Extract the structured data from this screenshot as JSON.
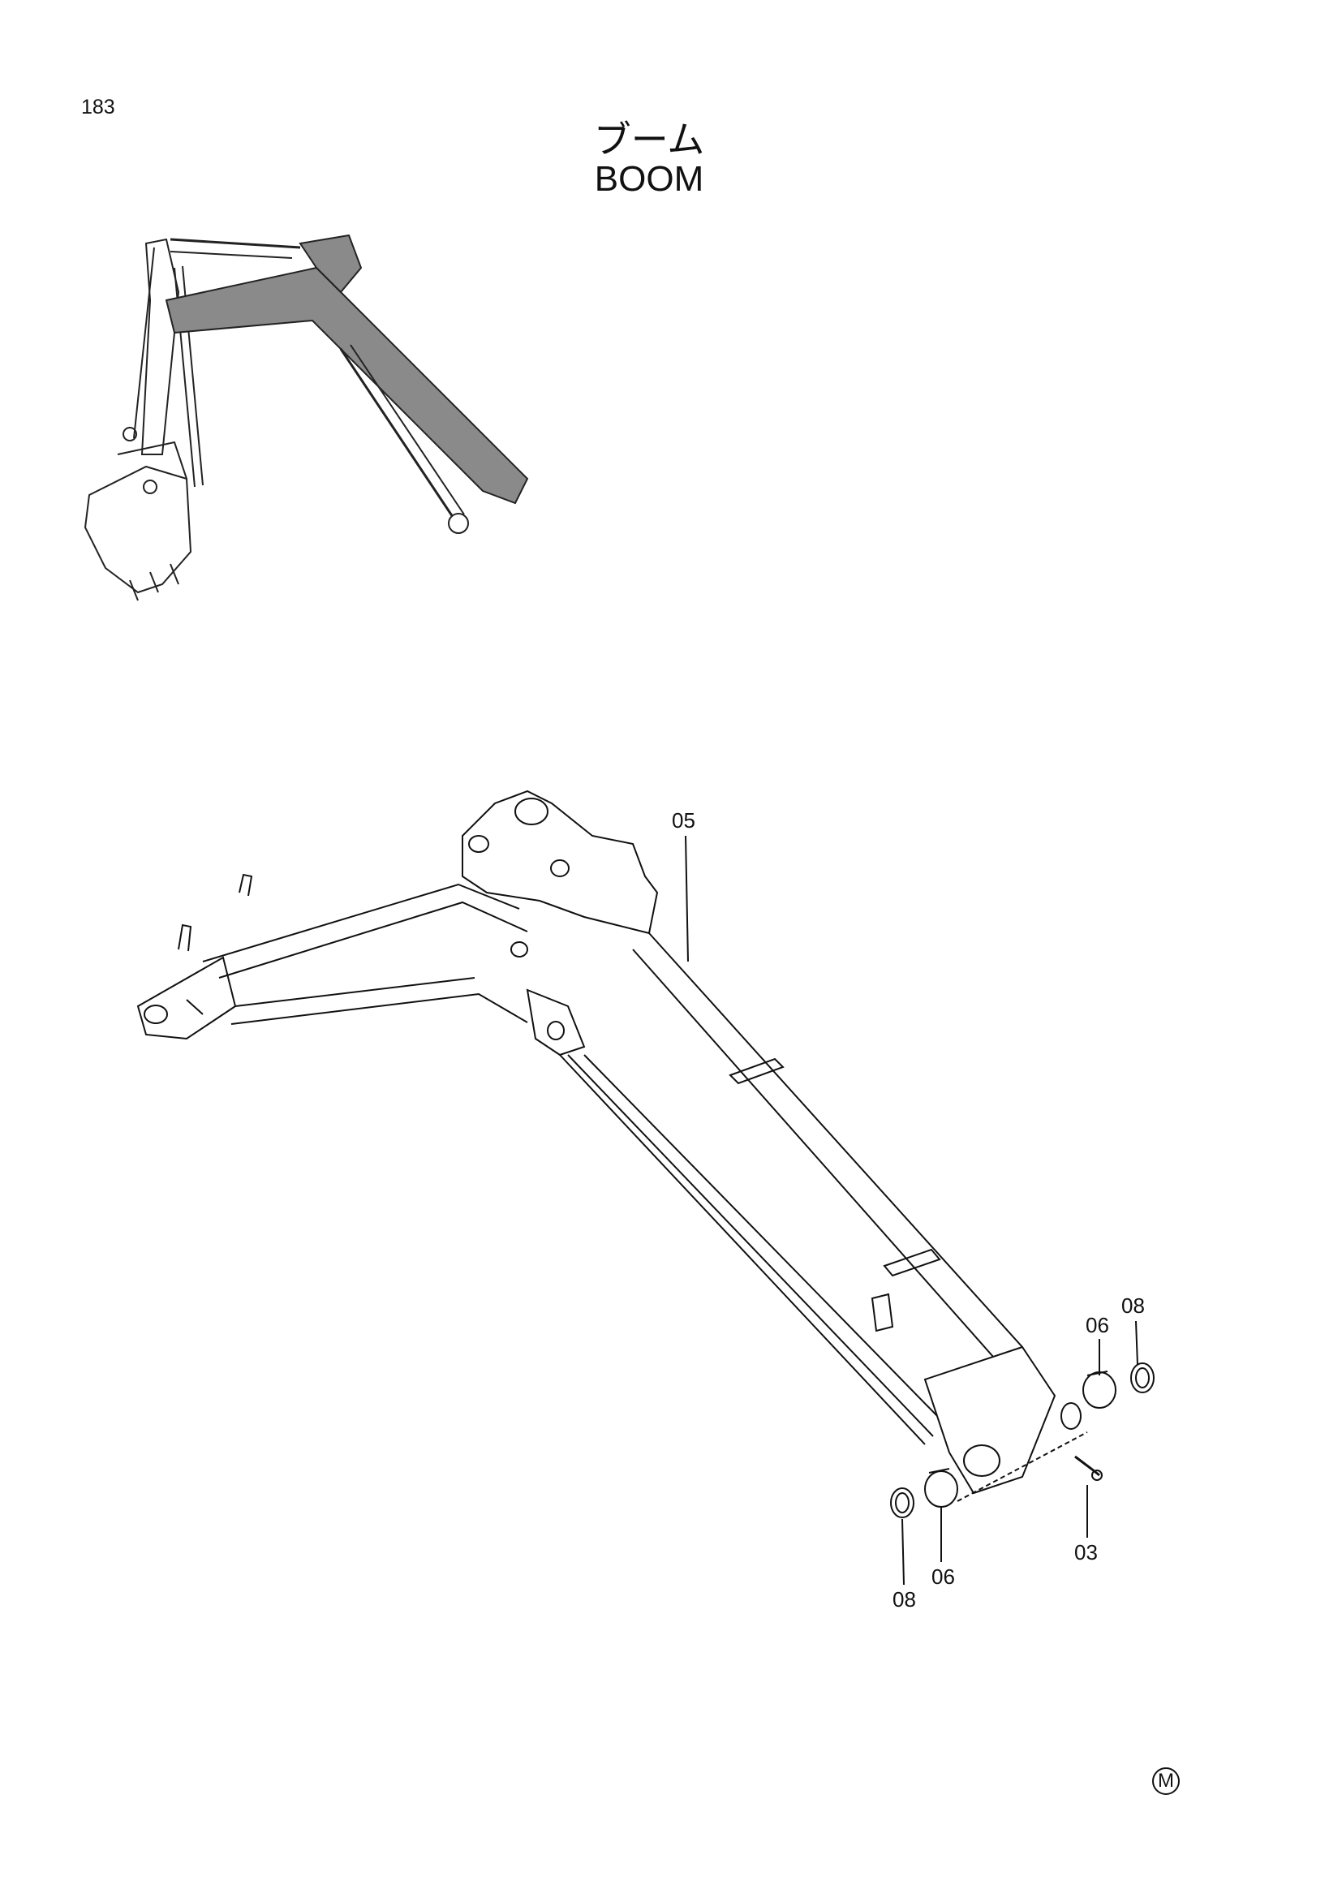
{
  "page": {
    "number": "183"
  },
  "title": {
    "japanese": "ブーム",
    "english": "BOOM"
  },
  "callouts": [
    {
      "id": "boom",
      "label": "05"
    },
    {
      "id": "bushing-right",
      "label": "06"
    },
    {
      "id": "seal-right",
      "label": "08"
    },
    {
      "id": "grease-fitting",
      "label": "03"
    },
    {
      "id": "bushing-left",
      "label": "06"
    },
    {
      "id": "seal-left",
      "label": "08"
    }
  ],
  "footer": {
    "mark": "M"
  }
}
